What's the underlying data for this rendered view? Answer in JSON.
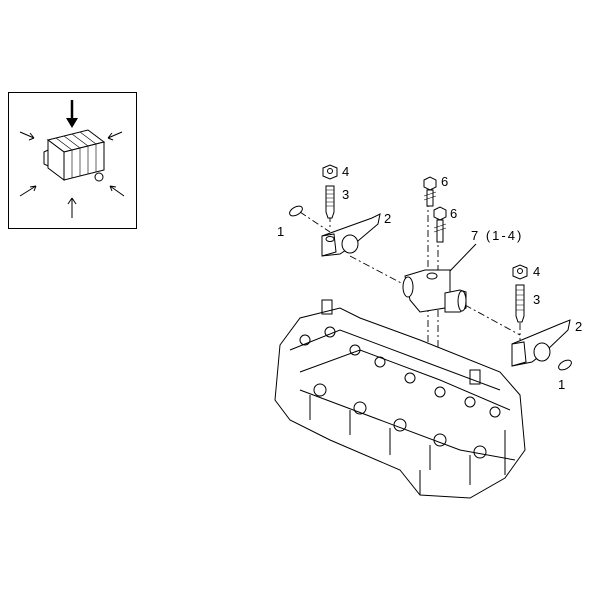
{
  "callouts": {
    "nut_left": "4",
    "stud_left": "3",
    "ring_left": "1",
    "rocker_left": "2",
    "bolt_top": "6",
    "bolt_mid": "6",
    "bracket": "7 (1-4)",
    "nut_right": "4",
    "stud_right": "3",
    "rocker_right": "2",
    "ring_right": "1"
  }
}
